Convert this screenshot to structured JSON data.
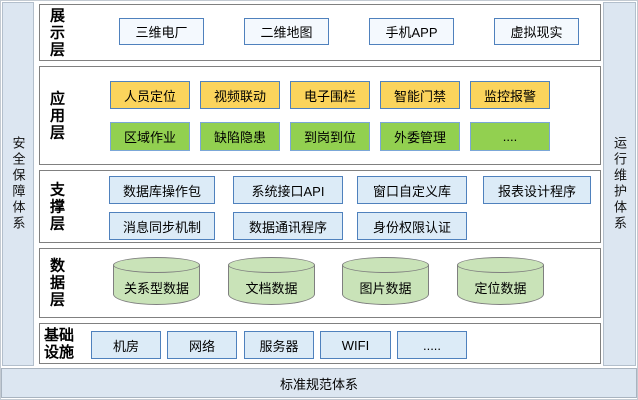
{
  "diagram": {
    "left_pillar": "安全保障体系",
    "right_pillar": "运行维护体系",
    "bottom_bar": "标准规范体系",
    "layers": [
      {
        "label": "展示层",
        "items": [
          "三维电厂",
          "二维地图",
          "手机APP",
          "虚拟现实"
        ]
      },
      {
        "label": "应用层",
        "rows": [
          [
            "人员定位",
            "视频联动",
            "电子围栏",
            "智能门禁",
            "监控报警"
          ],
          [
            "区域作业",
            "缺陷隐患",
            "到岗到位",
            "外委管理",
            "...."
          ]
        ]
      },
      {
        "label": "支撑层",
        "rows": [
          [
            "数据库操作包",
            "系统接口API",
            "窗口自定义库",
            "报表设计程序"
          ],
          [
            "消息同步机制",
            "数据通讯程序",
            "身份权限认证"
          ]
        ]
      },
      {
        "label": "数据层",
        "items": [
          "关系型数据",
          "文档数据",
          "图片数据",
          "定位数据"
        ]
      },
      {
        "label": "基础设施",
        "items": [
          "机房",
          "网络",
          "服务器",
          "WIFI",
          "....."
        ]
      }
    ]
  },
  "colors": {
    "pillar_bg": "#dce6f1",
    "presentation_fill": "#f4f9fe",
    "app_row1_fill": "#fbd45c",
    "app_row2_fill": "#92d050",
    "support_fill": "#dcebf7",
    "cylinder_fill": "#c9e3b8",
    "node_border_blue": "#4f81bd"
  }
}
